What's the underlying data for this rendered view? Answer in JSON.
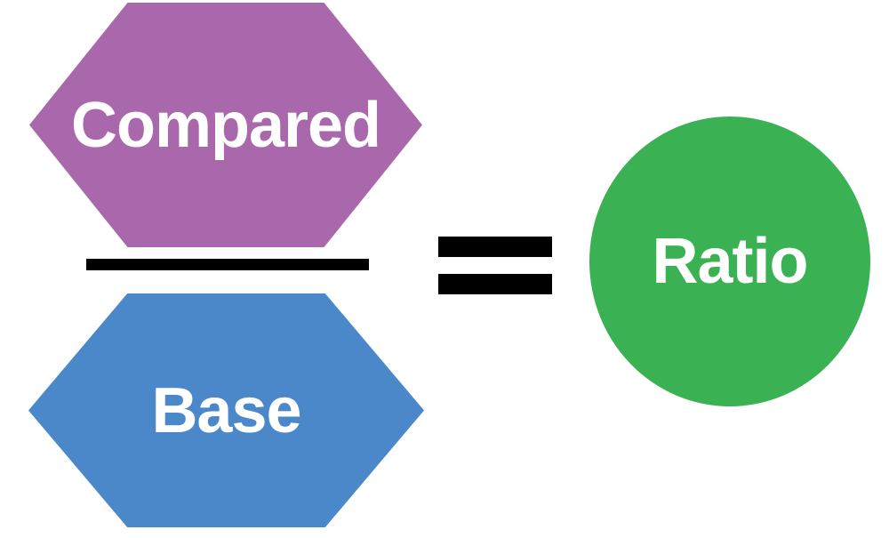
{
  "diagram": {
    "compared": {
      "label": "Compared"
    },
    "base": {
      "label": "Base"
    },
    "ratio": {
      "label": "Ratio"
    },
    "equals_symbol": "="
  },
  "colors": {
    "compared-fill": "#a968ab",
    "base-fill": "#4b88c9",
    "ratio-fill": "#3ab253",
    "bar-color": "#000000",
    "label-text": "#ffffff",
    "background": "#ffffff"
  }
}
